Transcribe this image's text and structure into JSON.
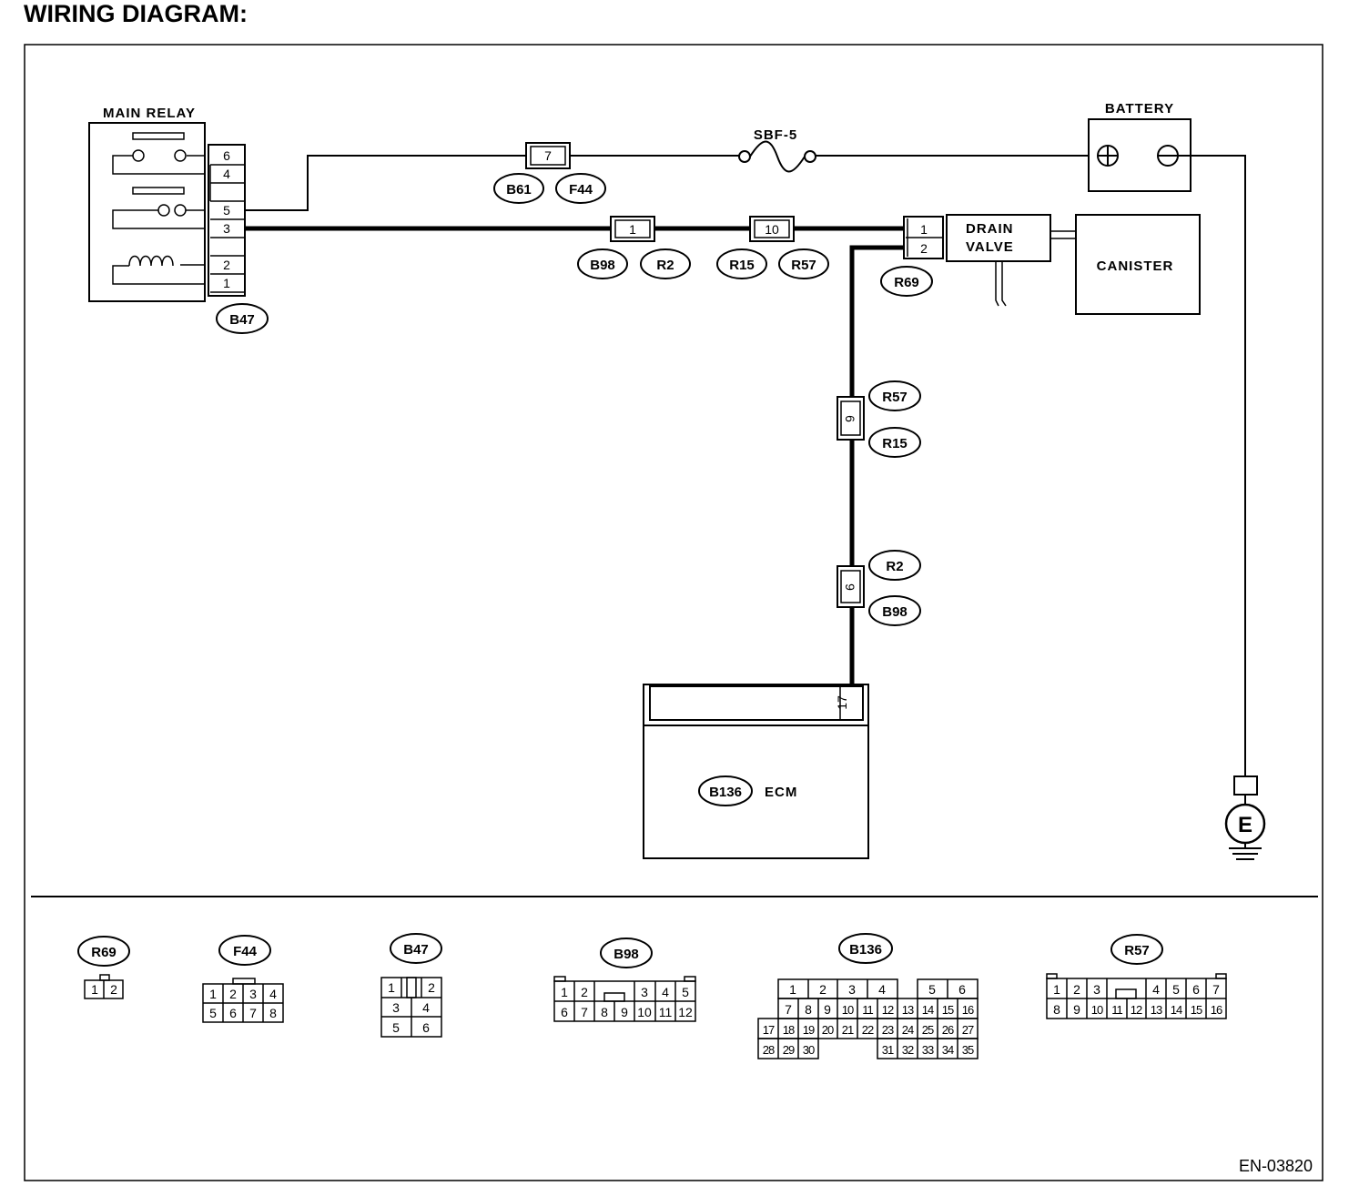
{
  "title": "WIRING DIAGRAM:",
  "figure_id": "EN-03820",
  "components": {
    "main_relay": "MAIN RELAY",
    "battery": "BATTERY",
    "fuse": "SBF-5",
    "drain_valve_line1": "DRAIN",
    "drain_valve_line2": "VALVE",
    "canister": "CANISTER",
    "ecm": "ECM",
    "ground": "E"
  },
  "connector_tags": {
    "b47": "B47",
    "b61": "B61",
    "f44": "F44",
    "b98": "B98",
    "r2": "R2",
    "r15": "R15",
    "r57": "R57",
    "r69": "R69",
    "b136": "B136"
  },
  "pins": {
    "relay": [
      "6",
      "4",
      "5",
      "3",
      "2",
      "1"
    ],
    "b61_f44": "7",
    "b98_r2": "1",
    "r15_r57": "10",
    "drain_valve": [
      "1",
      "2"
    ],
    "r57_r15_vertical": "6",
    "r2_b98_vertical": "9",
    "ecm": "17"
  },
  "connector_faces": {
    "r69": {
      "label": "R69",
      "rows": [
        [
          "1",
          "2"
        ]
      ]
    },
    "f44": {
      "label": "F44",
      "rows": [
        [
          "1",
          "2",
          "3",
          "4"
        ],
        [
          "5",
          "6",
          "7",
          "8"
        ]
      ]
    },
    "b47": {
      "label": "B47",
      "rows": [
        [
          "1",
          "",
          "2"
        ],
        [
          "3",
          "4"
        ],
        [
          "5",
          "6"
        ]
      ]
    },
    "b98": {
      "label": "B98",
      "rows": [
        [
          "1",
          "2",
          "",
          "",
          "3",
          "4",
          "5"
        ],
        [
          "6",
          "7",
          "8",
          "9",
          "10",
          "11",
          "12"
        ]
      ]
    },
    "b136": {
      "label": "B136",
      "rows": [
        [
          "1",
          "2",
          "3",
          "4",
          "",
          "5",
          "6"
        ],
        [
          "7",
          "8",
          "9",
          "10",
          "11",
          "12",
          "13",
          "14",
          "15",
          "16"
        ],
        [
          "17",
          "18",
          "19",
          "20",
          "21",
          "22",
          "23",
          "24",
          "25",
          "26",
          "27"
        ],
        [
          "28",
          "29",
          "30",
          "31",
          "32",
          "33",
          "34",
          "35"
        ]
      ]
    },
    "r57": {
      "label": "R57",
      "rows": [
        [
          "1",
          "2",
          "3",
          "",
          "",
          "4",
          "5",
          "6",
          "7"
        ],
        [
          "8",
          "9",
          "10",
          "11",
          "12",
          "13",
          "14",
          "15",
          "16"
        ]
      ]
    }
  }
}
